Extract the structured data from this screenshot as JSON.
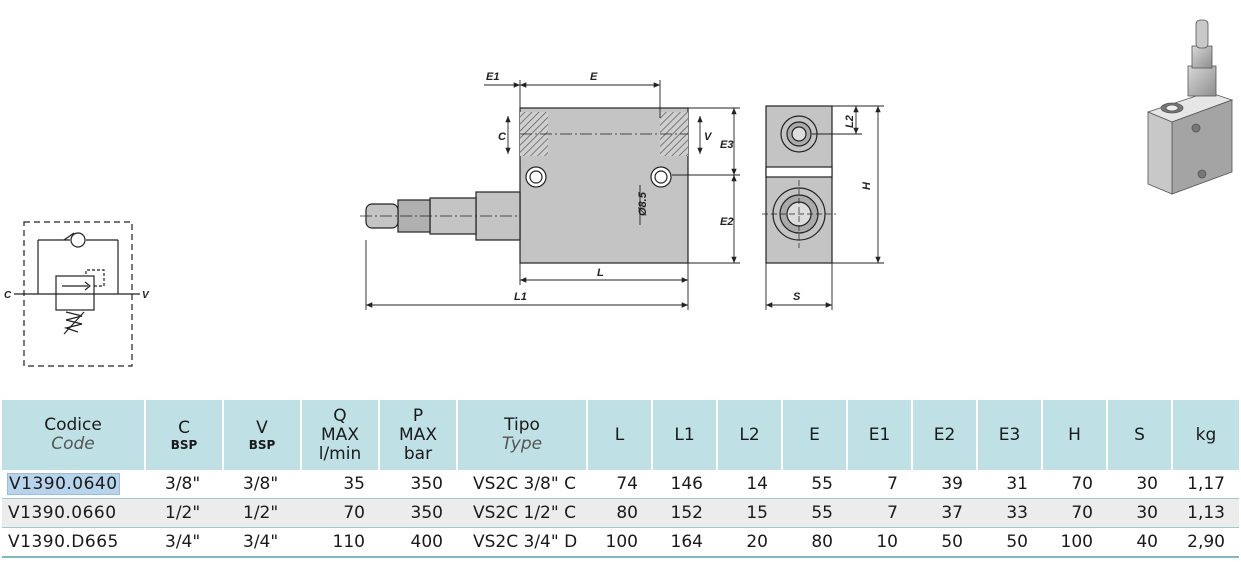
{
  "drawing": {
    "labels": {
      "c": "C",
      "v": "V",
      "e1": "E1",
      "e": "E",
      "c_port": "C",
      "v_port": "V",
      "e3": "E3",
      "d85": "Ø8.5",
      "e2": "E2",
      "l": "L",
      "l1": "L1",
      "l2": "L2",
      "h": "H",
      "s": "S"
    }
  },
  "table": {
    "headers": [
      {
        "main": "Codice",
        "italic": "Code"
      },
      {
        "main": "C",
        "sub": "BSP"
      },
      {
        "main": "V",
        "sub": "BSP"
      },
      {
        "main": "Q",
        "line2": "MAX",
        "line3": "l/min"
      },
      {
        "main": "P",
        "line2": "MAX",
        "line3": "bar"
      },
      {
        "main": "Tipo",
        "italic": "Type"
      },
      {
        "main": "L"
      },
      {
        "main": "L1"
      },
      {
        "main": "L2"
      },
      {
        "main": "E"
      },
      {
        "main": "E1"
      },
      {
        "main": "E2"
      },
      {
        "main": "E3"
      },
      {
        "main": "H"
      },
      {
        "main": "S"
      },
      {
        "main": "kg"
      }
    ],
    "rows": [
      {
        "code": "V1390.0640",
        "c": "3/8\"",
        "v": "3/8\"",
        "q": "35",
        "p": "350",
        "tipo": "VS2C 3/8\" C",
        "l": "74",
        "l1": "146",
        "l2": "14",
        "e": "55",
        "e1": "7",
        "e2": "39",
        "e3": "31",
        "h": "70",
        "s": "30",
        "kg": "1,17"
      },
      {
        "code": "V1390.0660",
        "c": "1/2\"",
        "v": "1/2\"",
        "q": "70",
        "p": "350",
        "tipo": "VS2C 1/2\" C",
        "l": "80",
        "l1": "152",
        "l2": "15",
        "e": "55",
        "e1": "7",
        "e2": "37",
        "e3": "33",
        "h": "70",
        "s": "30",
        "kg": "1,13"
      },
      {
        "code": "V1390.D665",
        "c": "3/4\"",
        "v": "3/4\"",
        "q": "110",
        "p": "400",
        "tipo": "VS2C 3/4\" D",
        "l": "100",
        "l1": "164",
        "l2": "20",
        "e": "80",
        "e1": "10",
        "e2": "50",
        "e3": "50",
        "h": "100",
        "s": "40",
        "kg": "2,90"
      }
    ]
  }
}
